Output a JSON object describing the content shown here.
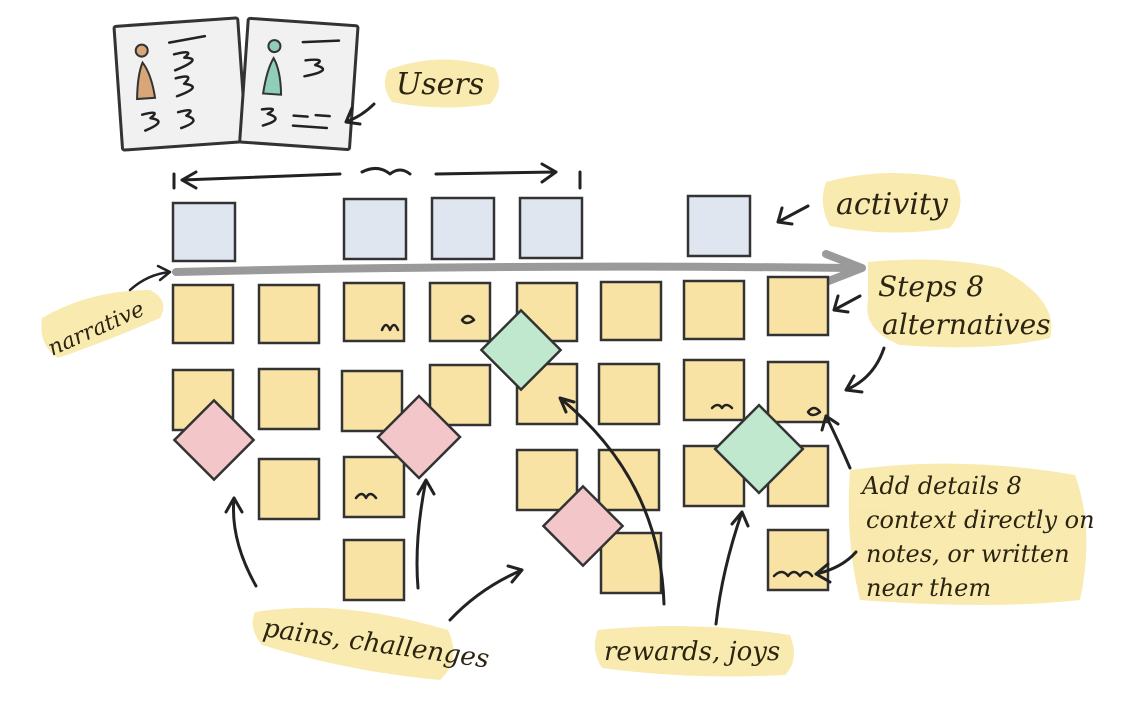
{
  "labels": {
    "users": "Users",
    "activity": "activity",
    "narrative": "narrative",
    "steps_line1": "Steps 8",
    "steps_line2": "alternatives",
    "details_line1": "Add details 8",
    "details_line2": "context directly on",
    "details_line3": "notes, or written",
    "details_line4": "near them",
    "pains": "pains, challenges",
    "rewards": "rewards, joys"
  },
  "colors": {
    "activity_note": "#dfe6ef",
    "step_note": "#f8e3a4",
    "pain_note": "#f3c7c9",
    "reward_note": "#bfe8cf",
    "highlight": "#f8e6a2",
    "persona_tan": "#d9a679",
    "persona_teal": "#8fcfb8",
    "ink": "#222222",
    "arrow_gray": "#9a9a9a"
  }
}
